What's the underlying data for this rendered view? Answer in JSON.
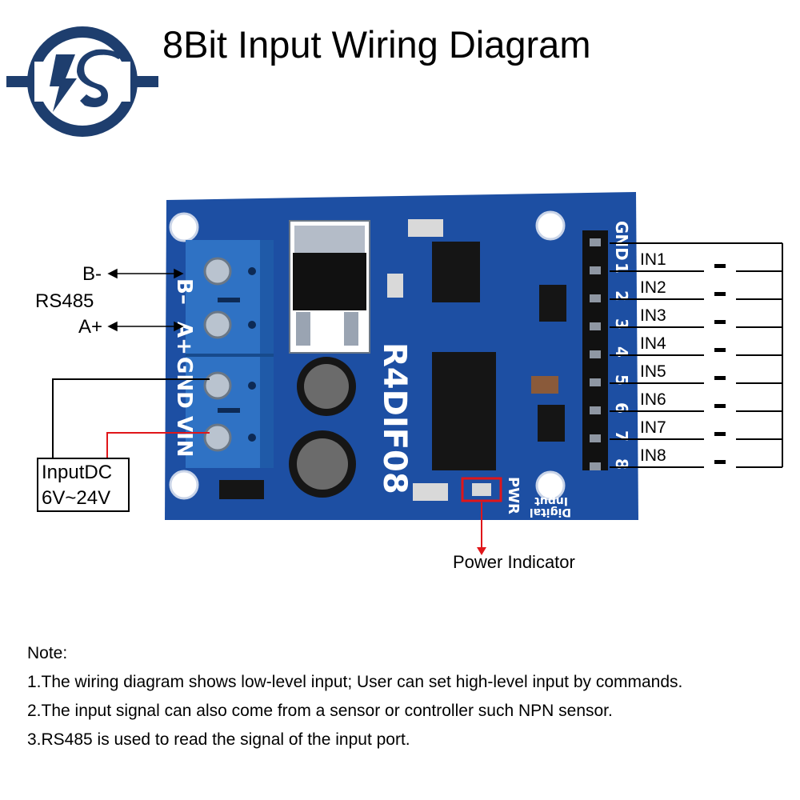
{
  "title": "8Bit Input Wiring Diagram",
  "logo": {
    "text": "IS",
    "icon": "bolt-circle-logo",
    "color": "#1e3e6e"
  },
  "terminal_labels": {
    "b_minus": "B-",
    "rs485": "RS485",
    "a_plus": "A+",
    "input_dc_line1": "InputDC",
    "input_dc_line2": "6V~24V"
  },
  "board": {
    "model": "R4DIF08",
    "power_marking": "PWR",
    "terminal_silkscreen": [
      "B-",
      "A+",
      "GND",
      "VIN"
    ],
    "header_silkscreen": [
      "GND",
      "1",
      "2",
      "3",
      "4",
      "5",
      "6",
      "7",
      "8"
    ],
    "digital_input_marking": [
      "Digital",
      "Input"
    ],
    "colors": {
      "pcb": "#1d4fa3",
      "terminal": "#2f72c4",
      "indicator_box": "#e0161a",
      "wire_red": "#e0161a"
    }
  },
  "inputs": [
    "IN1",
    "IN2",
    "IN3",
    "IN4",
    "IN5",
    "IN6",
    "IN7",
    "IN8"
  ],
  "power_indicator": "Power Indicator",
  "notes": {
    "heading": "Note:",
    "items": [
      "1.The wiring diagram shows low-level input; User can set high-level input by commands.",
      "2.The input signal can also come from a sensor or controller such NPN sensor.",
      "3.RS485 is used to read the signal of the input port."
    ]
  }
}
